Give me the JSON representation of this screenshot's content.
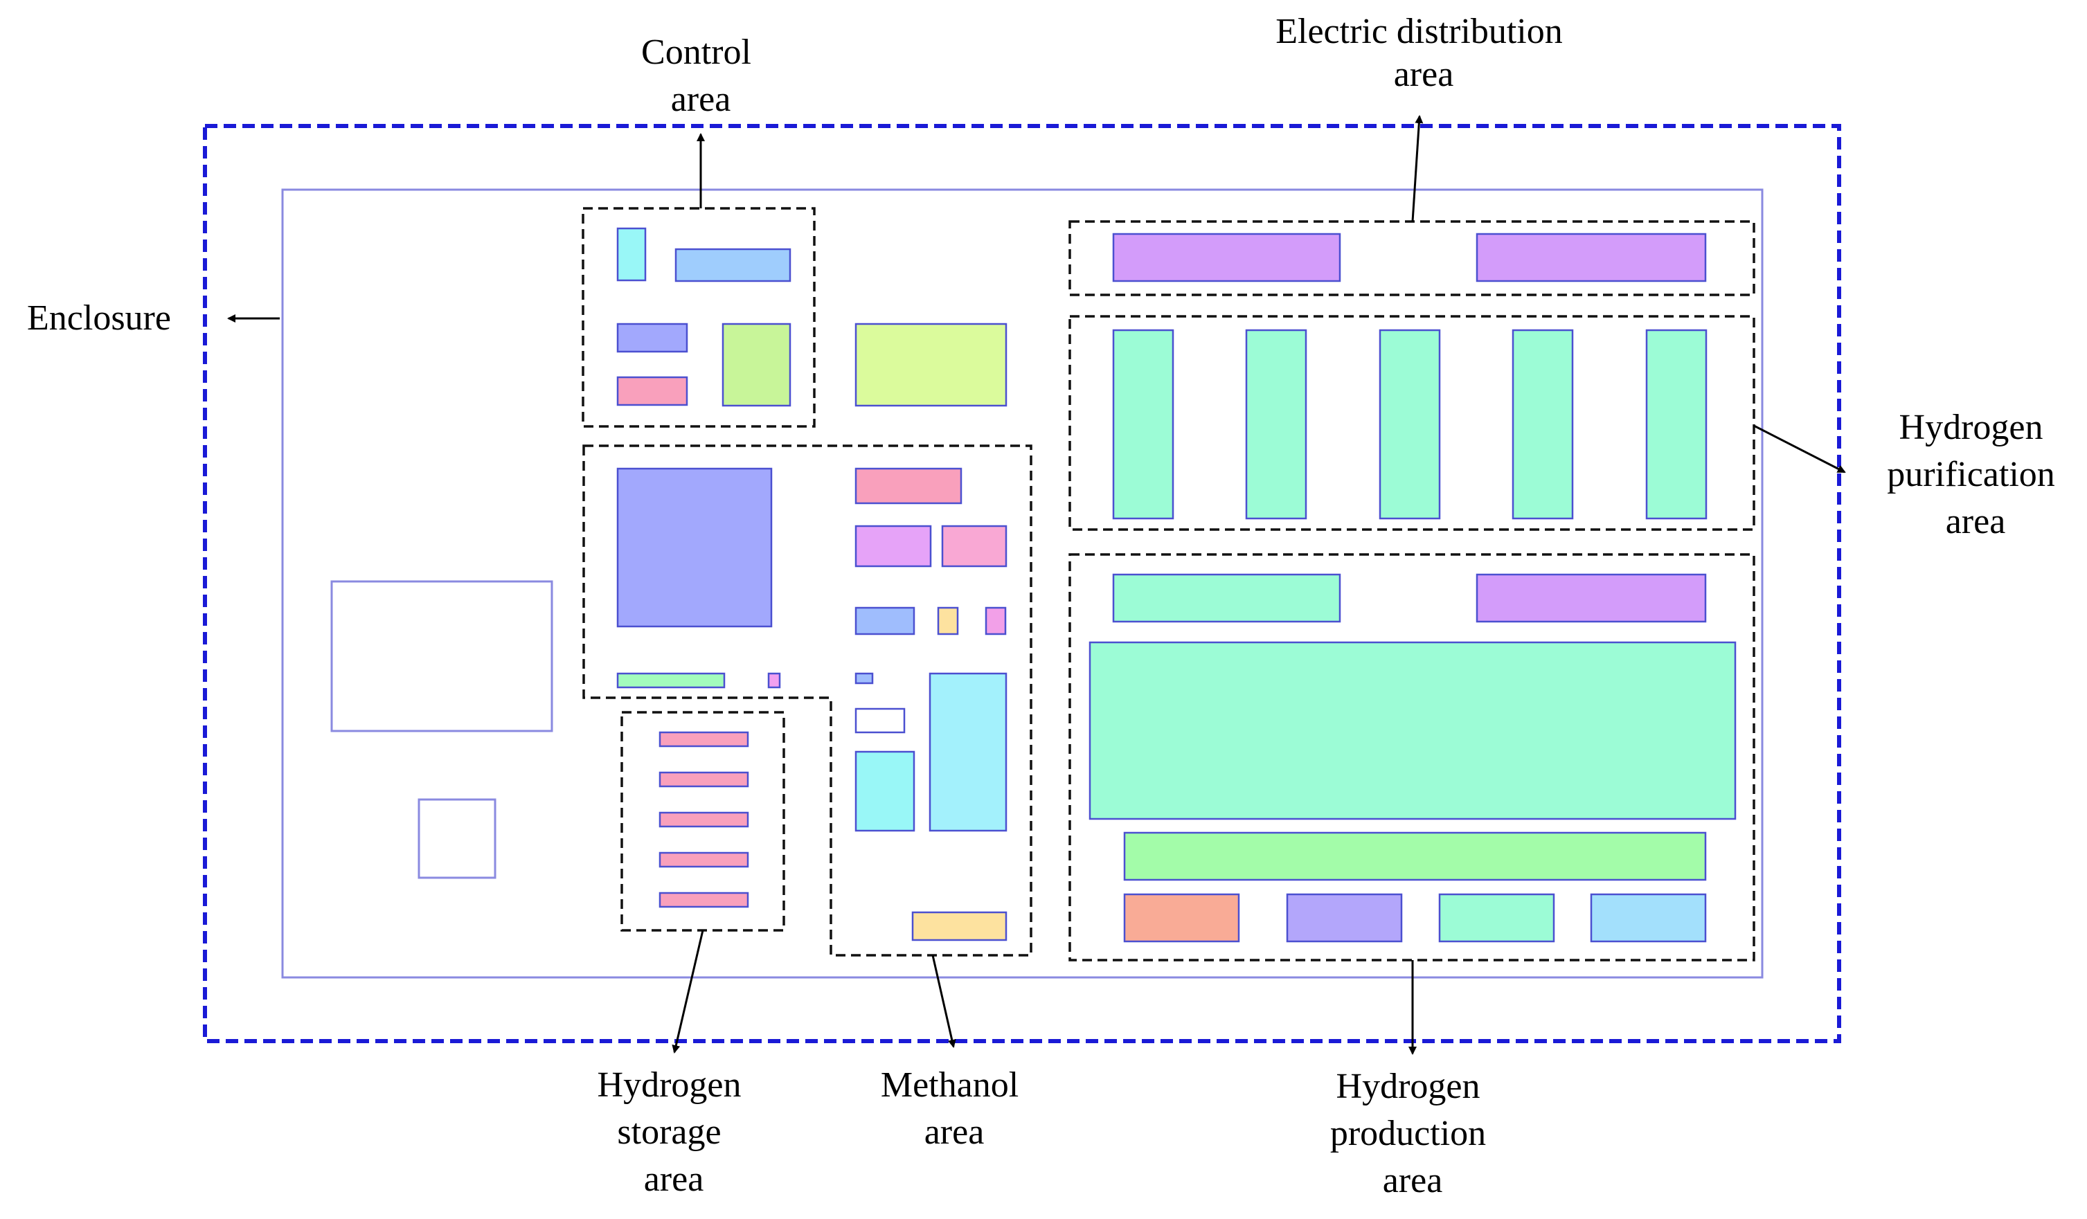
{
  "labels": {
    "control": [
      "Control",
      "area"
    ],
    "electric": [
      "Electric distribution",
      "area"
    ],
    "enclosure": [
      "Enclosure"
    ],
    "purification": [
      "Hydrogen",
      "purification",
      "area"
    ],
    "storage": [
      "Hydrogen",
      "storage",
      "area"
    ],
    "methanol": [
      "Methanol",
      "area"
    ],
    "production": [
      "Hydrogen",
      "production",
      "area"
    ]
  },
  "colors": {
    "enclosure_border": "#1a1ad6",
    "inner_border": "#8a8ae0",
    "component_border": "#4b50d0",
    "cyan": "#99f7f7",
    "light_blue": "#9fcdfd",
    "periwinkle": "#a2a8fd",
    "pink": "#f9a0bc",
    "lime": "#dbfb9c",
    "light_green": "#c8f599",
    "purple": "#d39cfa",
    "violet": "#e6a3f8",
    "magenta_pink": "#f9a8d4",
    "mint": "#9cfcd6",
    "green": "#a3fca9",
    "yellow": "#fde29f",
    "salmon": "#f9ab96",
    "sky": "#a3e0fc",
    "lavender": "#b3a6fb"
  }
}
